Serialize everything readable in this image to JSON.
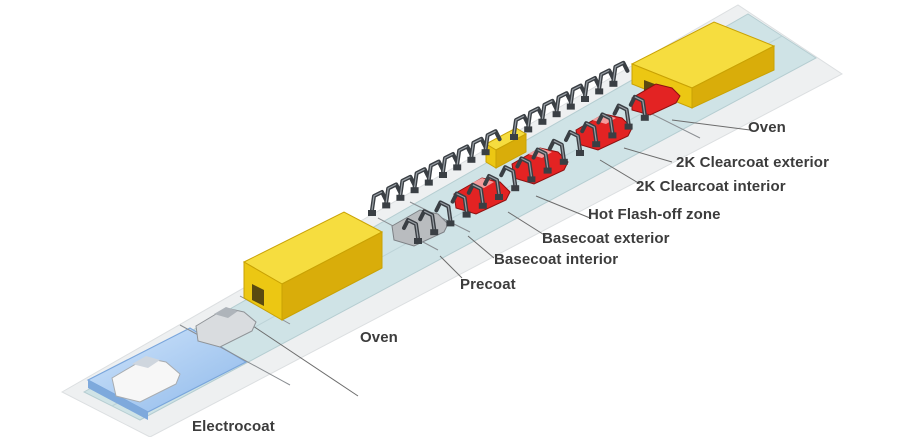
{
  "labels": {
    "oven_top": "Oven",
    "clearcoat_exterior": "2K Clearcoat exterior",
    "clearcoat_interior": "2K Clearcoat interior",
    "hot_flashoff": "Hot Flash-off zone",
    "basecoat_exterior": "Basecoat exterior",
    "basecoat_interior": "Basecoat interior",
    "precoat": "Precoat",
    "oven_bottom": "Oven",
    "electrocoat": "Electrocoat"
  },
  "colors": {
    "floor": "#eef0f1",
    "belt": "#cfe3e6",
    "belt_edge": "#b5cdd1",
    "oven_top": "#f6dd3f",
    "oven_front": "#ecc713",
    "oven_side": "#d9ad0a",
    "car_red": "#e32323",
    "car_grey": "#b9bcbf",
    "car_white": "#f7f7f7",
    "robot_dark": "#3a3f44",
    "robot_light": "#9aa0a6",
    "bath_blue": "#9fc4ee",
    "leader_line": "#6c6c6c",
    "label_text": "#3c3c3c"
  }
}
